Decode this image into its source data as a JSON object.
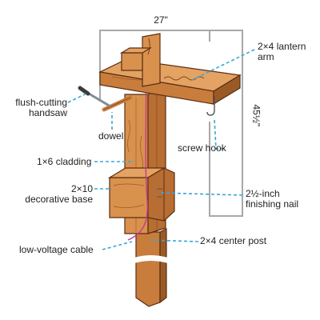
{
  "dimensions": {
    "width_label": "27\"",
    "height_label": "45½\""
  },
  "labels": {
    "lantern_arm_line1": "2×4 lantern",
    "lantern_arm_line2": "arm",
    "handsaw_line1": "flush-cutting",
    "handsaw_line2": "handsaw",
    "dowel": "dowel",
    "screw_hook": "screw hook",
    "cladding": "1×6 cladding",
    "decorative_base_line1": "2×10",
    "decorative_base_line2": "decorative base",
    "finishing_nail_line1": "2½-inch",
    "finishing_nail_line2": "finishing nail",
    "low_voltage_cable": "low-voltage cable",
    "center_post": "2×4 center post"
  },
  "colors": {
    "wood_light": "#d9914e",
    "wood_mid": "#c97d3c",
    "wood_dark": "#9a5a26",
    "outline": "#5a2f12",
    "leader": "#3aa6d8",
    "dimension_frame": "#a8a8a8",
    "cable": "#c23c8a",
    "saw_blade": "#7f8c99"
  }
}
